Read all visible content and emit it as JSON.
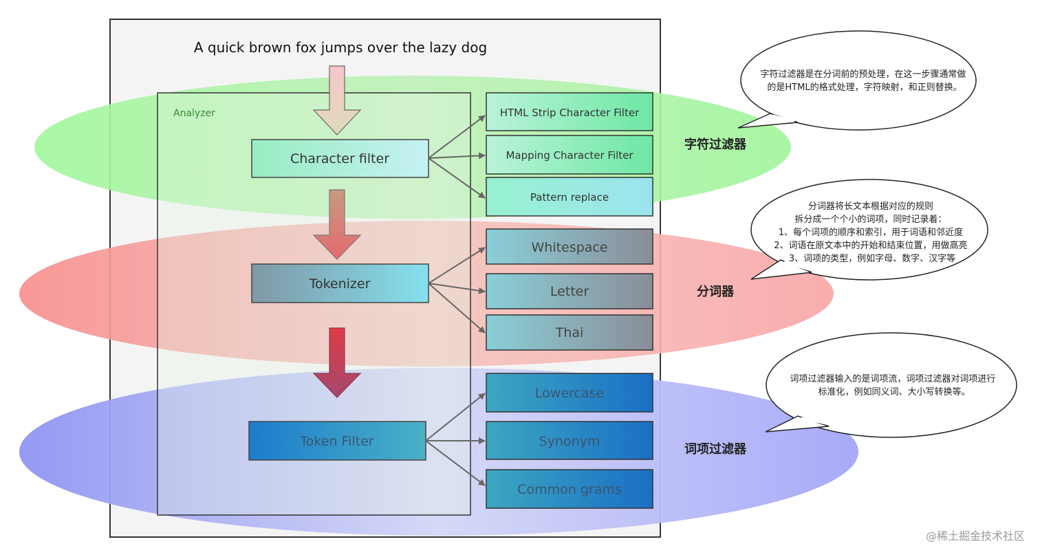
{
  "input_sentence": "A quick brown fox jumps over the lazy dog",
  "analyzer": {
    "label": "Analyzer"
  },
  "stages": [
    {
      "name": "Character filter",
      "band_label": "字符过滤器",
      "band_color": "#9ff59a",
      "options": [
        "HTML Strip Character Filter",
        "Mapping Character Filter",
        "Pattern replace"
      ],
      "callout": [
        "字符过滤器是在分词前的预处理，在这一步骤通常做",
        "的是HTML的格式处理，字符映射，和正则替换。"
      ]
    },
    {
      "name": "Tokenizer",
      "band_label": "分词器",
      "band_color": "#f99a9a",
      "options": [
        "Whitespace",
        "Letter",
        "Thai"
      ],
      "callout": [
        "分词器将长文本根据对应的规则",
        "拆分成一个个小的词项，同时记录着：",
        "1、每个词项的顺序和索引，用于词语和邻近度",
        "2、词语在原文本中的开始和结束位置，用做高亮",
        "3、词项的类型，例如字母、数字、汉字等"
      ]
    },
    {
      "name": "Token Filter",
      "band_label": "词项过滤器",
      "band_color": "#9999f7",
      "options": [
        "Lowercase",
        "Synonym",
        "Common grams"
      ],
      "callout": [
        "词项过滤器输入的是词项流，词项过滤器对词项进行",
        "标准化，例如同义词、大小写转换等。"
      ]
    }
  ],
  "watermark": "@稀土掘金技术社区"
}
